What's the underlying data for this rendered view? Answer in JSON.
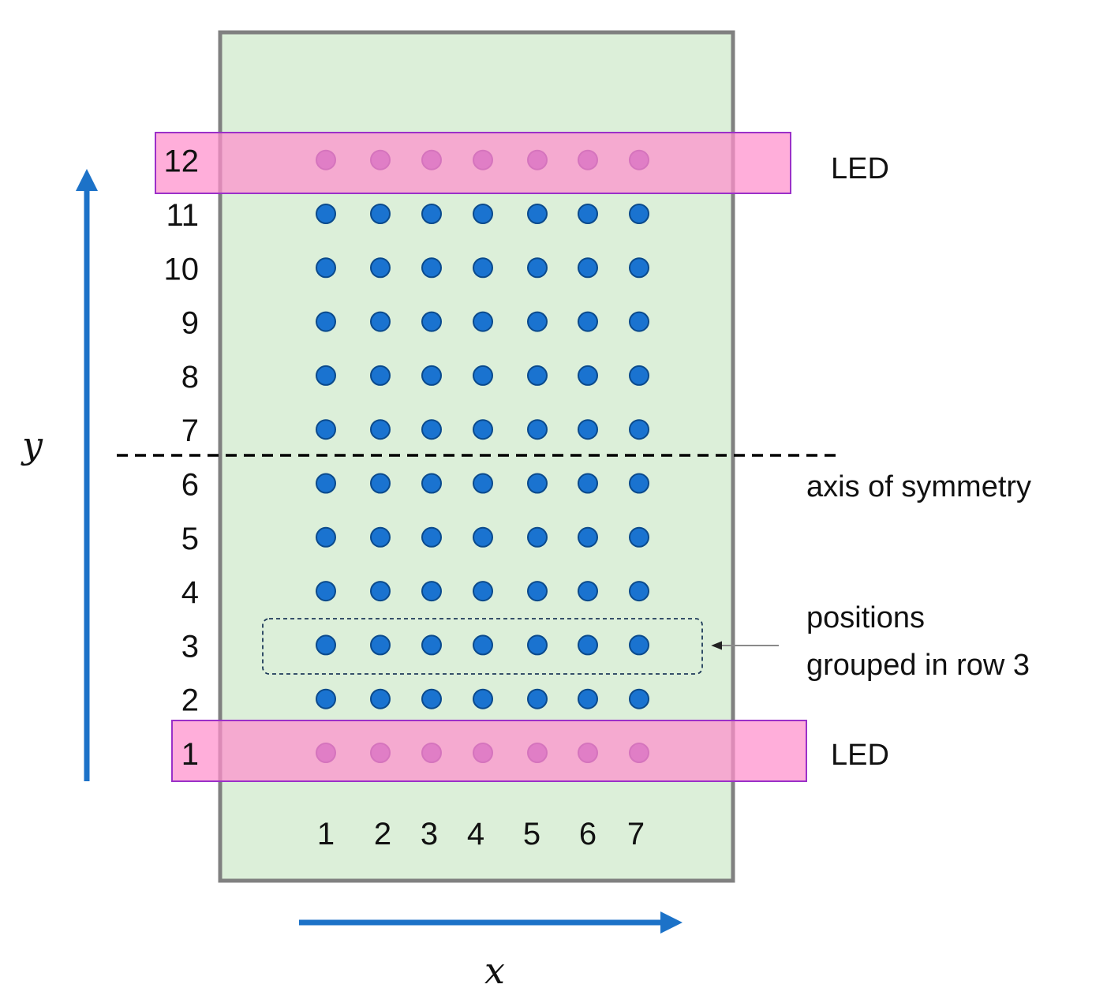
{
  "labels": {
    "led_top": "LED",
    "led_bottom": "LED",
    "axis_of_symmetry": "axis of symmetry",
    "positions_line1": "positions",
    "positions_line2": "grouped in row 3",
    "x_axis": "x",
    "y_axis": "y"
  },
  "row_numbers": [
    "1",
    "2",
    "3",
    "4",
    "5",
    "6",
    "7",
    "8",
    "9",
    "10",
    "11",
    "12"
  ],
  "column_numbers": [
    "1",
    "2",
    "3",
    "4",
    "5",
    "6",
    "7"
  ],
  "grid": {
    "rows": 12,
    "columns": 7,
    "led_rows": [
      1,
      12
    ],
    "highlighted_group_row": 3,
    "symmetry_between_rows": [
      6,
      7
    ]
  },
  "colors": {
    "board_fill": "#dcefd9",
    "board_border": "#808080",
    "sensor_dot": "#1a73d0",
    "sensor_dot_outline": "#0b4a8c",
    "led_dot": "#8f52b8",
    "led_dot_outline": "#6a2f96",
    "led_band_fill": "#ff8fcc",
    "led_band_border": "#9b30c8",
    "axis_arrow": "#1c72c8",
    "symmetry_line": "#000000"
  }
}
